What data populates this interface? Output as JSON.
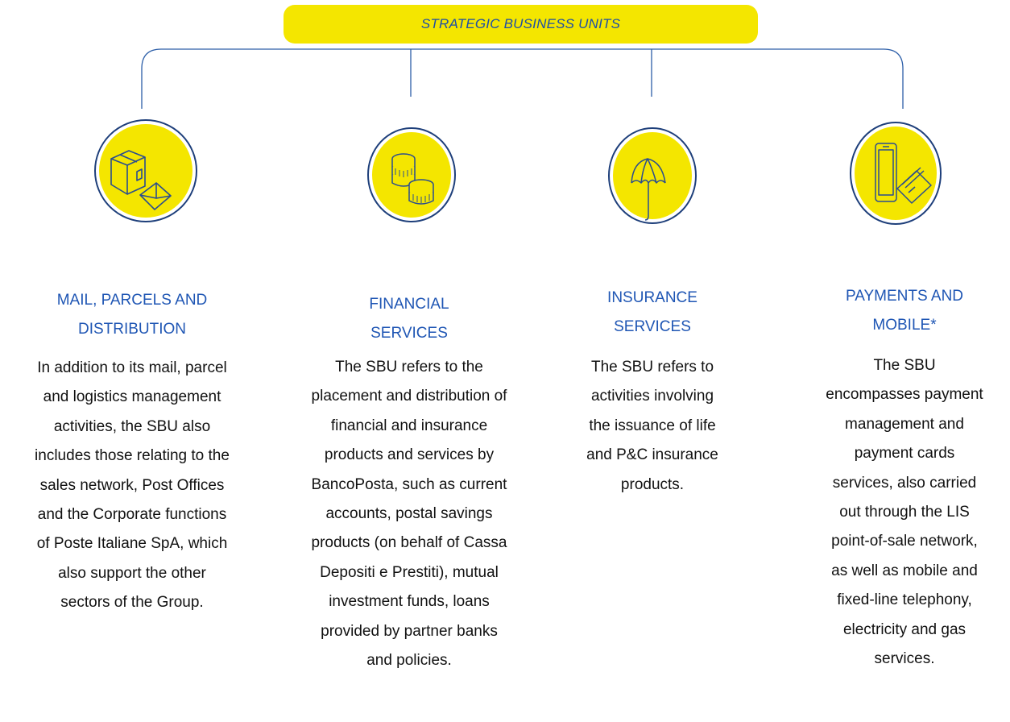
{
  "header": {
    "title": "STRATEGIC BUSINESS UNITS"
  },
  "colors": {
    "yellow": "#f4e600",
    "blue": "#1f56b4",
    "line": "#2c5ea8"
  },
  "units": [
    {
      "icon": "box-and-envelope-icon",
      "title_lines": [
        "MAIL, PARCELS AND",
        "DISTRIBUTION"
      ],
      "desc_lines": [
        "In addition to its mail, parcel",
        "and logistics management",
        "activities, the SBU also",
        "includes those relating to the",
        "sales network, Post Offices",
        "and the Corporate functions",
        "of Poste Italiane SpA, which",
        "also support the other",
        "sectors of the Group."
      ]
    },
    {
      "icon": "coins-icon",
      "title_lines": [
        "FINANCIAL",
        "SERVICES"
      ],
      "desc_lines": [
        "The SBU refers to the",
        "placement and distribution of",
        "financial and insurance",
        "products and services by",
        "BancoPosta, such as current",
        "accounts, postal savings",
        "products (on behalf of Cassa",
        "Depositi e Prestiti), mutual",
        "investment funds, loans",
        "provided by partner banks",
        "and policies."
      ]
    },
    {
      "icon": "umbrella-icon",
      "title_lines": [
        "INSURANCE",
        "SERVICES"
      ],
      "desc_lines": [
        "The SBU refers to",
        "activities involving",
        "the issuance of life",
        "and P&C insurance",
        "products."
      ]
    },
    {
      "icon": "phone-and-card-icon",
      "title_lines": [
        "PAYMENTS AND",
        "MOBILE*"
      ],
      "desc_lines": [
        "The SBU",
        "encompasses payment",
        "management and",
        "payment cards",
        "services, also carried",
        "out through the LIS",
        "point-of-sale network,",
        "as well as mobile and",
        "fixed-line telephony,",
        "electricity and gas",
        "services."
      ]
    }
  ]
}
